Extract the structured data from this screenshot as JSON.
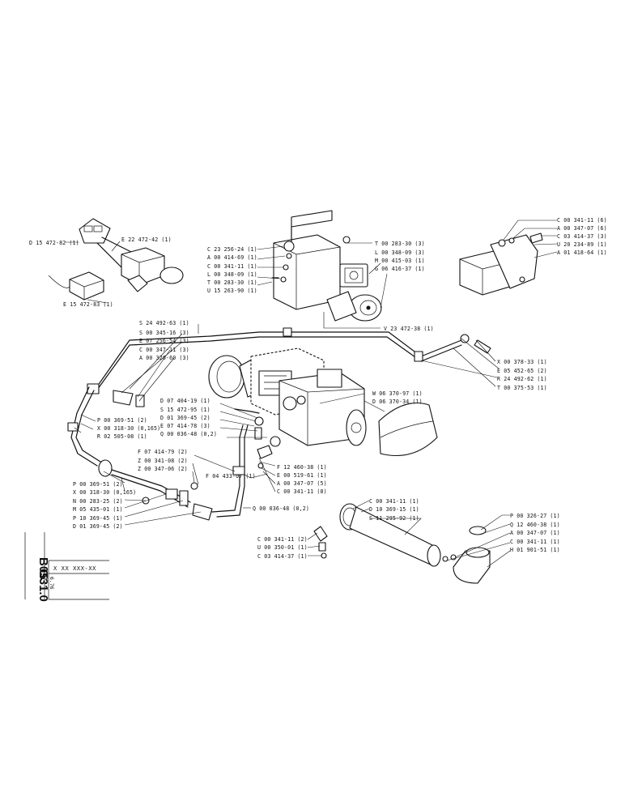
{
  "sheet": {
    "ref_left": "B05",
    "ref_right": "G31.0",
    "page_code": "6.76",
    "stamp": "X XX XXX-XX"
  },
  "labels": {
    "l_d15472_82": "D 15 472-82 (1)",
    "l_e22472_42": "E 22 472-42 (1)",
    "l_e15472_83": "E 15 472-83 (1)",
    "l_c23256_24": "C 23 256-24 (1)",
    "l_a00414_69": "A 00 414-69 (1)",
    "l_c00341_11_a": "C 00 341-11 (1)",
    "l_l00348_09_a": "L 00 348-09 (1)",
    "l_t00283_30_a": "T 00 283-30 (1)",
    "l_u15263_90": "U 15 263-90 (1)",
    "l_t00283_30_b": "T 00 283-30 (3)",
    "l_l00348_09_b": "L 00 348-09 (3)",
    "l_m00415_03": "M 00 415-03 (1)",
    "l_g06416_37": "G 06 416-37 (1)",
    "l_v23472_38": "V 23 472-38 (1)",
    "l_c00341_11_6": "C 00 341-11 (6)",
    "l_a00347_07_6": "A 00 347-07 (6)",
    "l_c03414_37_3": "C 03 414-37 (3)",
    "l_u20234_89": "U 20 234-89 (1)",
    "l_a01418_64": "A 01 418-64 (1)",
    "l_s24492_63": "S 24 492-63 (1)",
    "l_s00345_16": "S 00 345-16 (3)",
    "l_e07256_54": "E 07 256-54 (3)",
    "l_c00347_11_3": "C 00 347-11 (3)",
    "l_a00326_60": "A 00 326-60 (3)",
    "l_x00378_33": "X 00 378-33 (1)",
    "l_e05452_65": "E 05 452-65 (2)",
    "l_r24492_62": "R 24 492-62 (1)",
    "l_t00375_53": "T 00 375-53 (1)",
    "l_w06370_97": "W 06 370-97 (1)",
    "l_d06370_34": "D 06 370-34 (1)",
    "l_d07404_19": "D 07 404-19 (1)",
    "l_s15472_95": "S 15 472-95 (1)",
    "l_d01369_45_a": "D 01 369-45 (2)",
    "l_e07414_78": "E 07 414-78 (3)",
    "l_f04433_07": "F 04 433-07 (1)",
    "l_q00036_48_a": "Q 00 036-48 (0,2)",
    "l_p00369_51_a": "P 00 369-51 (2)",
    "l_x00318_30_a": "X 00 318-30 (0,165)",
    "l_r02505_08": "R 02 505-08 (1)",
    "l_f07414_79": "F 07 414-79 (2)",
    "l_z00341_08": "Z 00 341-08 (2)",
    "l_z00347_06": "Z 00 347-06 (2)",
    "l_f12460_38": "F 12 460-38 (1)",
    "l_e00519_61": "E 00 519-61 (1)",
    "l_a00347_07_5": "A 00 347-07 (5)",
    "l_c00341_11_8": "C 00 341-11 (8)",
    "l_p00369_51_b": "P 00 369-51 (2)",
    "l_x00318_30_b": "X 00 318-30 (0,165)",
    "l_n00283_25": "N 00 283-25 (2)",
    "l_m05435_01": "M 05 435-01 (1)",
    "l_p10369_45": "P 10 369-45 (1)",
    "l_d01369_45_b": "D 01 369-45 (2)",
    "l_q00036_48_b": "Q 00 036-48 (0,2)",
    "l_c00341_11_c": "C 00 341-11 (1)",
    "l_d10369_15": "D 10 369-15 (1)",
    "l_s11295_92": "S 11 295-92 (1)",
    "l_c00341_11_2": "C 00 341-11 (2)",
    "l_u00350_01": "U 00 350-01 (1)",
    "l_c03414_37_1": "C 03 414-37 (1)",
    "l_p00326_27": "P 00 326-27 (1)",
    "l_q12460_38": "Q 12 460-38 (1)",
    "l_a00347_07_1": "A 00 347-07 (1)",
    "l_c00341_11_d": "C 00 341-11 (1)",
    "l_h01901_51": "H 01 901-51 (1)"
  }
}
